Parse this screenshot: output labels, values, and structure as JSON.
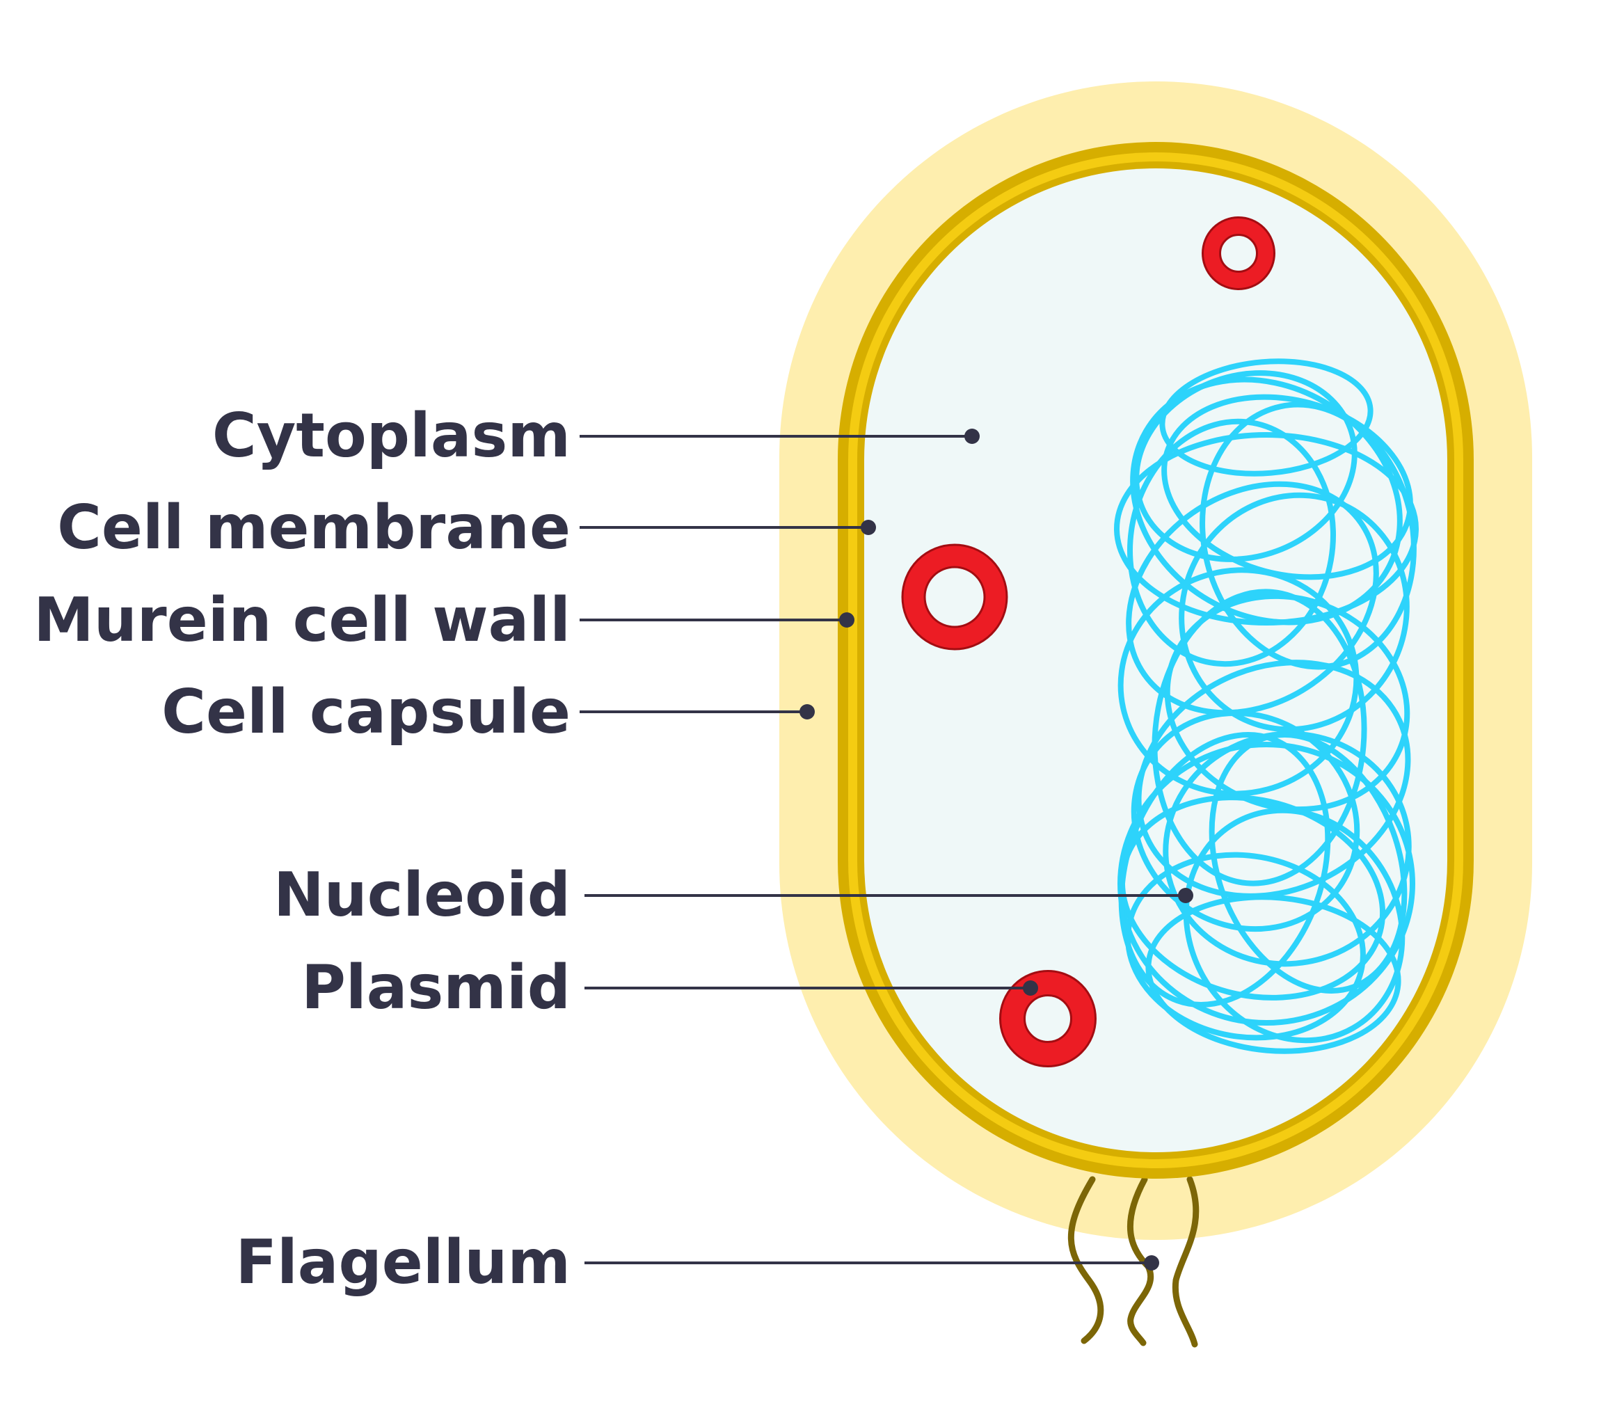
{
  "labels": {
    "cytoplasm": "Cytoplasm",
    "cell_membrane": "Cell membrane",
    "murein_cell_wall": "Murein cell wall",
    "cell_capsule": "Cell capsule",
    "nucleoid": "Nucleoid",
    "plasmid": "Plasmid",
    "flagellum": "Flagellum"
  },
  "colors": {
    "capsule": "#FEEEAE",
    "cell_wall": "#D6AE00",
    "membrane": "#F4CC12",
    "cytoplasm": "#EFF8F8",
    "nucleoid": "#2DD3FB",
    "plasmid_fill": "#EC1C24",
    "plasmid_stroke": "#A30D12",
    "flagellum": "#7C6607",
    "label_text": "#333347"
  }
}
